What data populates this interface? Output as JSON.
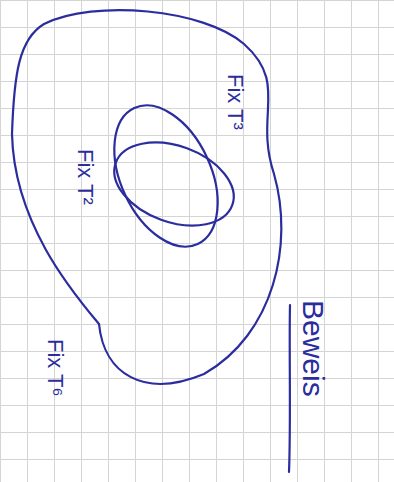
{
  "diagram": {
    "nodes": [
      {
        "text": [
          "Fix T⁶"
        ]
      },
      {
        "text": [
          "Fix T²"
        ],
        "in": 0
      },
      {
        "text": [
          "Fix T³"
        ],
        "in": 0
      }
    ],
    "labels": [
      "Beweis"
    ]
  }
}
